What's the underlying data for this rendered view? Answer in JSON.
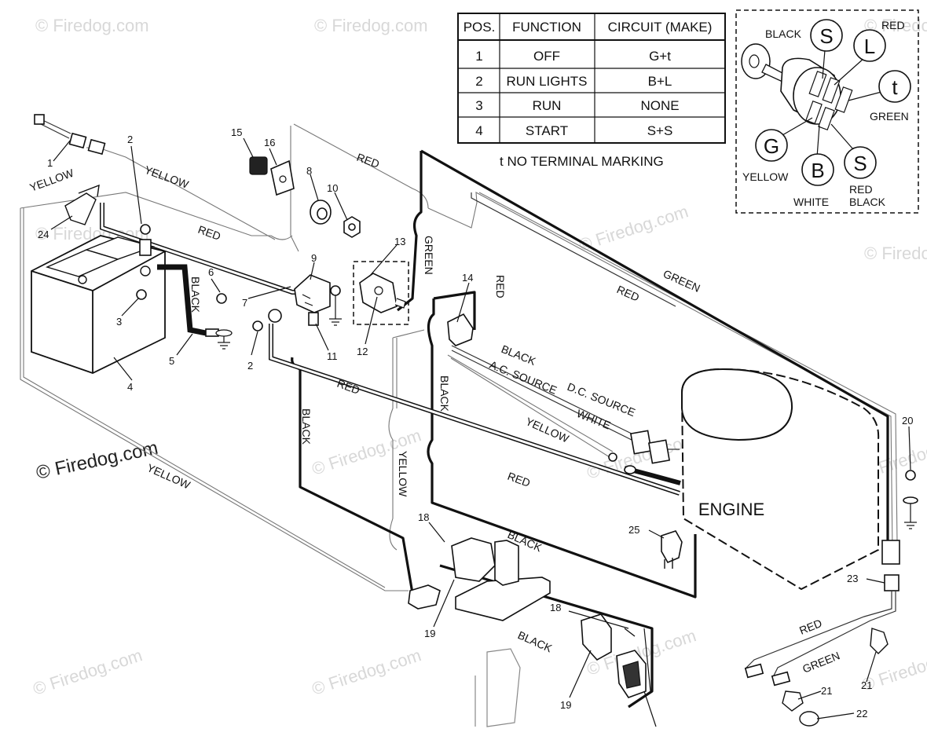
{
  "watermark": "© Firedog.com",
  "table": {
    "headers": [
      "POS.",
      "FUNCTION",
      "CIRCUIT  (MAKE)"
    ],
    "rows": [
      [
        "1",
        "OFF",
        "G+t"
      ],
      [
        "2",
        "RUN LIGHTS",
        "B+L"
      ],
      [
        "3",
        "RUN",
        "NONE"
      ],
      [
        "4",
        "START",
        "S+S"
      ]
    ],
    "note": "t  NO TERMINAL MARKING"
  },
  "switch_inset": {
    "terminals": [
      "S",
      "L",
      "t",
      "G",
      "B",
      "S"
    ],
    "labels": {
      "black": "BLACK",
      "red": "RED",
      "green": "GREEN",
      "yellow": "YELLOW",
      "white": "WHITE",
      "red_black_1": "RED",
      "red_black_2": "BLACK"
    }
  },
  "wire_labels": {
    "yellow": "YELLOW",
    "red": "RED",
    "black": "BLACK",
    "green": "GREEN",
    "white": "WHITE",
    "ac_source": "A.C. SOURCE",
    "dc_source": "D.C. SOURCE"
  },
  "engine_label": "ENGINE",
  "part_numbers": [
    "1",
    "2",
    "3",
    "4",
    "5",
    "6",
    "7",
    "8",
    "9",
    "10",
    "11",
    "12",
    "13",
    "14",
    "15",
    "16",
    "18",
    "19",
    "20",
    "21",
    "22",
    "23",
    "24",
    "25"
  ]
}
